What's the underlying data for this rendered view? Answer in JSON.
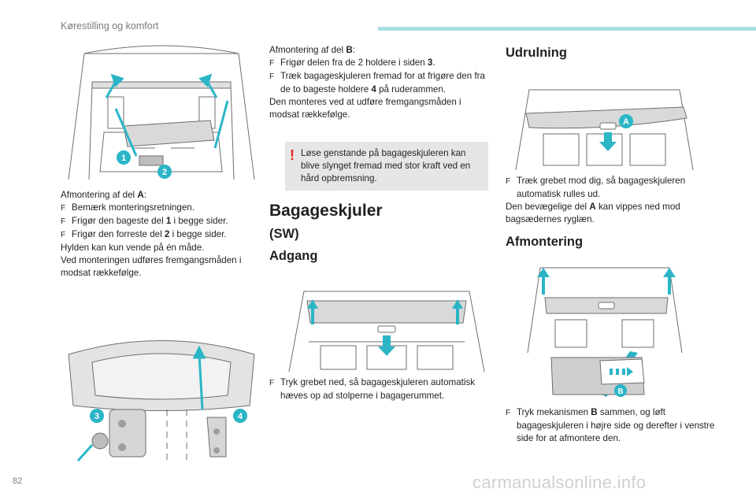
{
  "header": {
    "title": "Kørestilling og komfort"
  },
  "page_number": "82",
  "watermark": "carmanualsonline.info",
  "col1": {
    "fig1_labels": [
      "1",
      "2"
    ],
    "fig2_labels": [
      "3",
      "4"
    ],
    "intro": "Afmontering af del ",
    "intro_bold": "A",
    "intro_end": ":",
    "bullets": [
      {
        "pre": "Bemærk monteringsretningen.",
        "bold": "",
        "post": ""
      },
      {
        "pre": "Frigør den bageste del ",
        "bold": "1",
        "post": " i begge sider."
      },
      {
        "pre": "Frigør den forreste del ",
        "bold": "2",
        "post": " i begge sider."
      }
    ],
    "lines": [
      "Hylden kan kun vende på én måde.",
      "Ved monteringen udføres fremgangsmåden i modsat rækkefølge."
    ]
  },
  "col2": {
    "intro": "Afmontering af del ",
    "intro_bold": "B",
    "intro_end": ":",
    "bullet1": {
      "pre": "Frigør delen fra de 2 holdere i siden ",
      "bold": "3",
      "post": "."
    },
    "bullet2": {
      "pre": "Træk bagageskjuleren fremad for at frigøre den fra de to bageste holdere ",
      "bold": "4",
      "post": " på ruderammen."
    },
    "line": "Den monteres ved at udføre fremgangsmåden i modsat rækkefølge.",
    "warning": "Løse genstande på bagageskjuleren kan blive slynget fremad med stor kraft ved en hård opbremsning.",
    "heading": "Bagageskjuler",
    "subheading": "(SW)",
    "section": "Adgang",
    "bullet3": "Tryk grebet ned, så bagageskjuleren automatisk hæves op ad stolperne i bagagerummet."
  },
  "col3": {
    "section1": "Udrulning",
    "fig_label_a": "A",
    "bullet1": "Træk grebet mod dig, så bagageskjuleren automatisk rulles ud.",
    "line_pre": "Den bevægelige del ",
    "line_bold": "A",
    "line_post": " kan vippes ned mod bagsædernes ryglæn.",
    "section2": "Afmontering",
    "fig_label_b": "B",
    "bullet2_pre": "Tryk mekanismen ",
    "bullet2_bold": "B",
    "bullet2_post": " sammen, og løft bagageskjuleren i højre side og derefter i venstre side for at afmontere den."
  },
  "bullet_marker": "F",
  "warning_icon": "!",
  "colors": {
    "accent": "#2bb5c7",
    "header_bar": "#a9dfe4",
    "warning_bg": "#e6e6e6",
    "warning_icon": "#e2231a"
  }
}
